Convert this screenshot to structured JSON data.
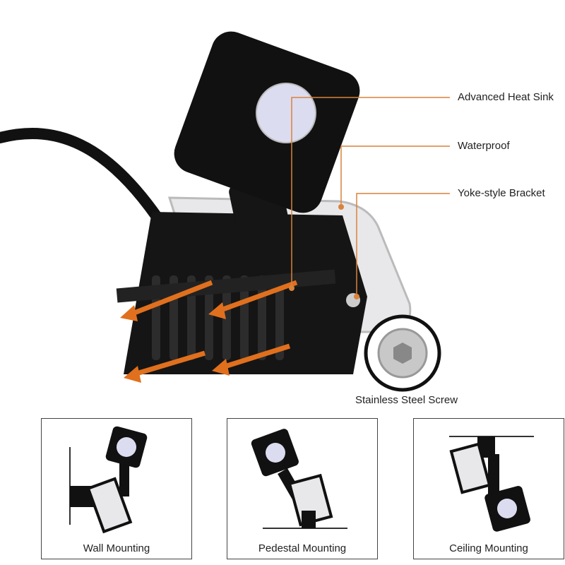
{
  "callouts": {
    "heat_sink": "Advanced Heat Sink",
    "waterproof": "Waterproof",
    "bracket": "Yoke-style Bracket",
    "screw": "Stainless Steel Screw"
  },
  "mounting": [
    {
      "label": "Wall Mounting"
    },
    {
      "label": "Pedestal Mounting"
    },
    {
      "label": "Ceiling Mounting"
    }
  ],
  "colors": {
    "accent": "#d9823b",
    "body": "#111111",
    "lens": "#dcdcf0"
  }
}
